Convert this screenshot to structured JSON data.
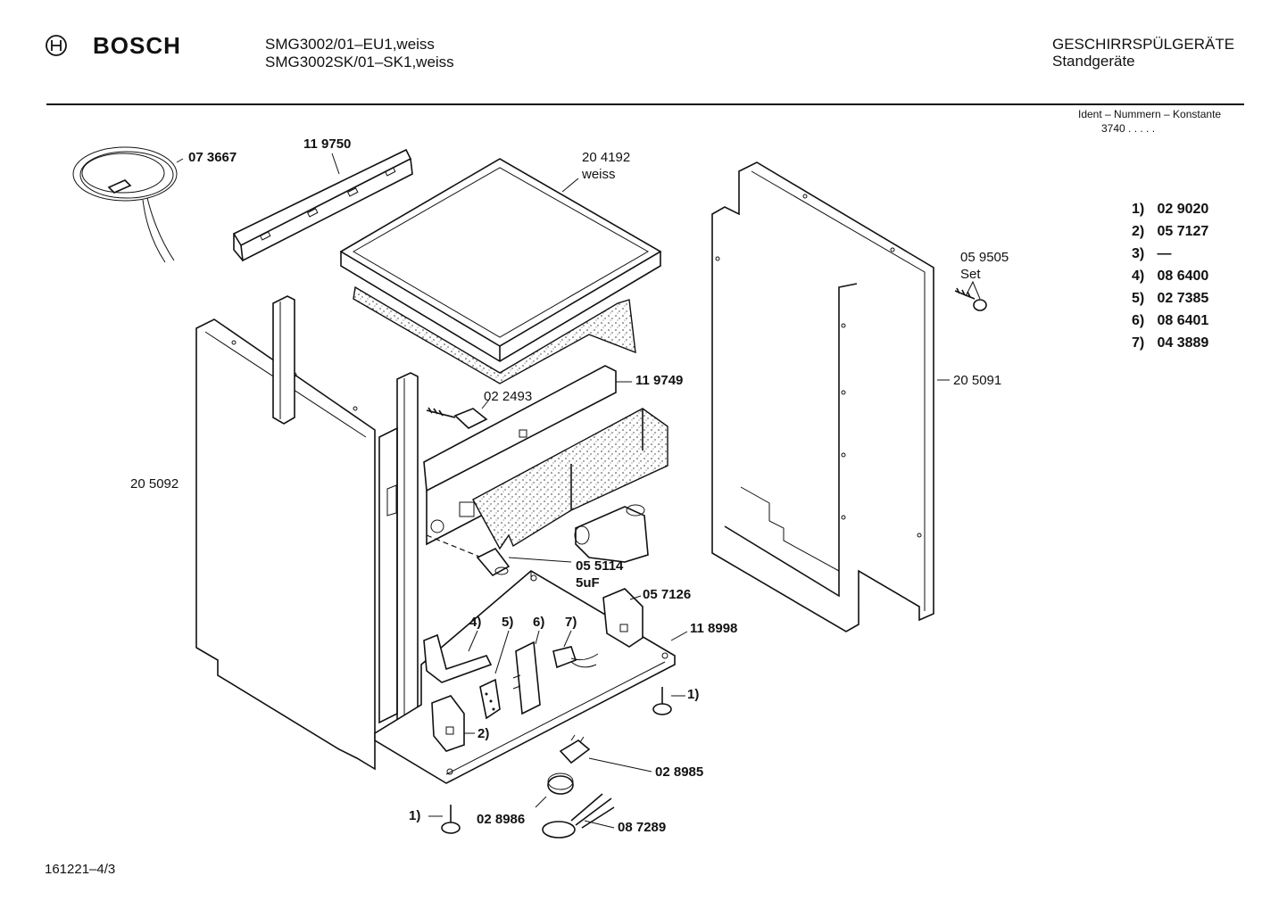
{
  "header": {
    "brand": "BOSCH",
    "models": [
      "SMG3002/01–EU1,weiss",
      "SMG3002SK/01–SK1,weiss"
    ],
    "category": "GESCHIRRSPÜLGERÄTE",
    "subcategory": "Standgeräte",
    "ident_label": "Ident – Nummern – Konstante",
    "ident_value": "3740 .  .  .  .  ."
  },
  "parts": {
    "p073667": "07 3667",
    "p119750": "11 9750",
    "p204192": "20 4192",
    "p204192_note": "weiss",
    "p059505": "05 9505",
    "p059505_note": "Set",
    "p119749": "11 9749",
    "p022493": "02 2493",
    "p205091": "20 5091",
    "p205092": "20 5092",
    "p055114": "05 5114",
    "p055114_note": "5uF",
    "p057126": "05 7126",
    "p118998": "11 8998",
    "p028985": "02 8985",
    "p028986": "02 8986",
    "p087289": "08 7289"
  },
  "callouts": {
    "c4": "4)",
    "c5": "5)",
    "c6": "6)",
    "c7": "7)",
    "c2": "2)",
    "c1a": "1)",
    "c1b": "1)"
  },
  "legend": [
    {
      "key": "1)",
      "value": "02 9020"
    },
    {
      "key": "2)",
      "value": "05 7127"
    },
    {
      "key": "3)",
      "value": "—"
    },
    {
      "key": "4)",
      "value": "08 6400"
    },
    {
      "key": "5)",
      "value": "02 7385"
    },
    {
      "key": "6)",
      "value": "08 6401"
    },
    {
      "key": "7)",
      "value": "04 3889"
    }
  ],
  "footer": {
    "code": "161221–4/3"
  }
}
